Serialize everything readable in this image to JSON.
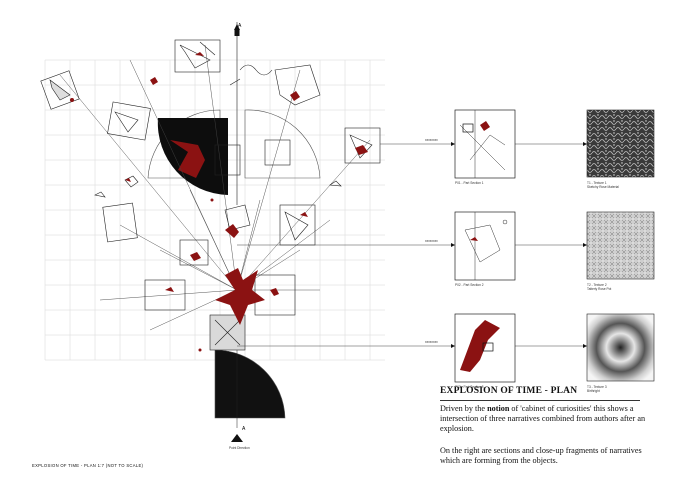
{
  "title": "EXPLOSION OF TIME - PLAN",
  "paragraph1_pre": "Driven by the ",
  "paragraph1_bold": "notion",
  "paragraph1_post": " of 'cabinet of curiosities' this shows a intersection of three narratives combined from authors after an explosion.",
  "paragraph2": "On the right are sections and close-up fragments of narratives which are forming from the objects.",
  "footer": "EXPLOSION OF TIME - PLAN 1:7 (NOT TO SCALE)",
  "north_marker_top": "A",
  "north_marker_bottom": "A",
  "bottom_marker_caption": "Point Direction",
  "sections": [
    {
      "caption": "P01 - Part Section 1"
    },
    {
      "caption": "P02 - Part Section 2"
    },
    {
      "caption": "P03 - Part Section 3"
    }
  ],
  "textures": [
    {
      "caption": "T1 - Texture 1",
      "sub": "Sketchy Rose Material"
    },
    {
      "caption": "T2 - Texture 2",
      "sub": "Tatterly Rose Pot"
    },
    {
      "caption": "T3 - Texture 3",
      "sub": "Birthright"
    }
  ],
  "link_labels": [
    "xxxxxxxx",
    "xxxxxxxx",
    "xxxxxxxx"
  ],
  "colors": {
    "accent_red": "#8b1212",
    "ink": "#111111",
    "grid": "#cfcfcf"
  }
}
